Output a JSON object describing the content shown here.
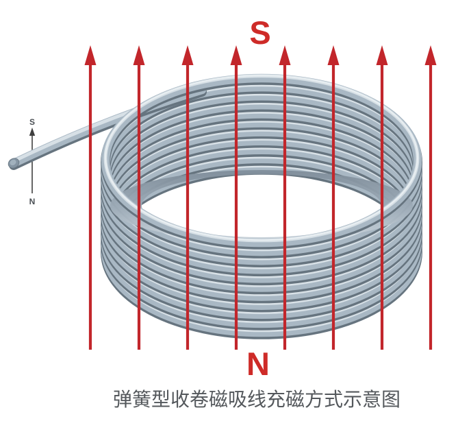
{
  "diagram": {
    "caption": "弹簧型收卷磁吸线充磁方式示意图",
    "caption_color": "#54585c",
    "poles": {
      "top": "S",
      "bottom": "N",
      "color": "#ce2b28"
    },
    "compass": {
      "top": "S",
      "bottom": "N",
      "color": "#3f3f3f",
      "label_color": "#4a4f54"
    },
    "field_lines": {
      "count": 8,
      "direction": "up",
      "color": "#c2262b"
    },
    "coil": {
      "turns": 11,
      "base_color": "#a9b8c4",
      "highlight_color": "#d9e1e8",
      "bright_color": "#eef2f5",
      "shadow_color": "#66747f",
      "inner_wall_top_color": "#7f8d9a",
      "inner_wall_mid_color": "#9fadb9",
      "inner_wall_bottom_color": "#cdd6dd",
      "tail_cap_color": "#8494a2"
    }
  }
}
